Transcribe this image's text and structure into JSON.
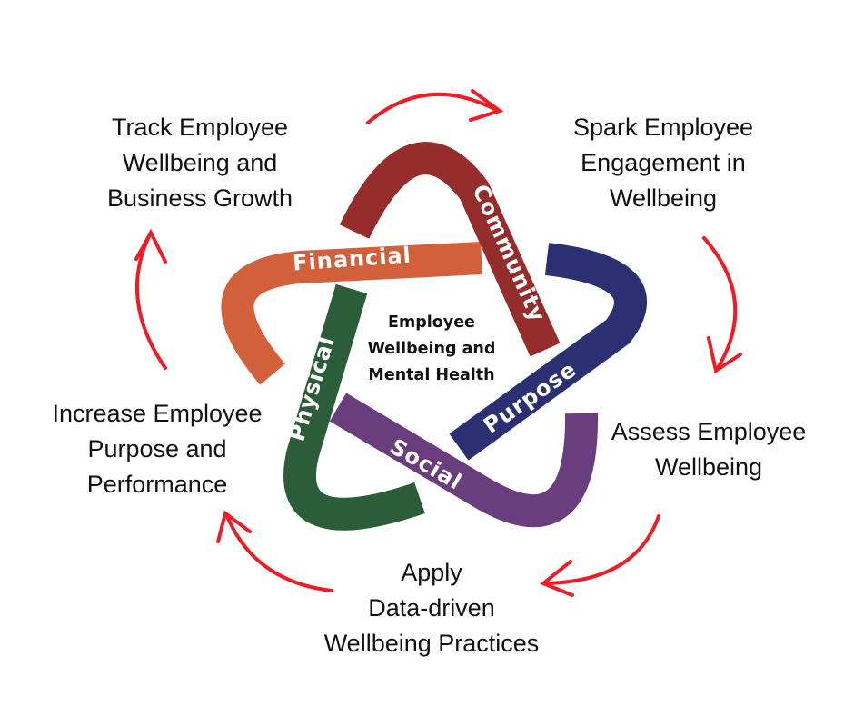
{
  "center": {
    "line1": "Employee",
    "line2": "Wellbeing and",
    "line3": "Mental Health"
  },
  "bands": {
    "community": {
      "label": "Community",
      "color": "#962d2d"
    },
    "financial": {
      "label": "Financial",
      "color": "#d2603b"
    },
    "purpose": {
      "label": "Purpose",
      "color": "#2b3072"
    },
    "social": {
      "label": "Social",
      "color": "#6a3d7e"
    },
    "physical": {
      "label": "Physical",
      "color": "#2b5d38"
    }
  },
  "steps": {
    "spark": {
      "line1": "Spark Employee",
      "line2": "Engagement in",
      "line3": "Wellbeing"
    },
    "assess": {
      "line1": "Assess Employee",
      "line2": "Wellbeing"
    },
    "apply": {
      "line1": "Apply",
      "line2": "Data-driven",
      "line3": "Wellbeing Practices"
    },
    "increase": {
      "line1": "Increase Employee",
      "line2": "Purpose and",
      "line3": "Performance"
    },
    "track": {
      "line1": "Track Employee",
      "line2": "Wellbeing and",
      "line3": "Business Growth"
    }
  },
  "arrow_color": "#ee1c24"
}
